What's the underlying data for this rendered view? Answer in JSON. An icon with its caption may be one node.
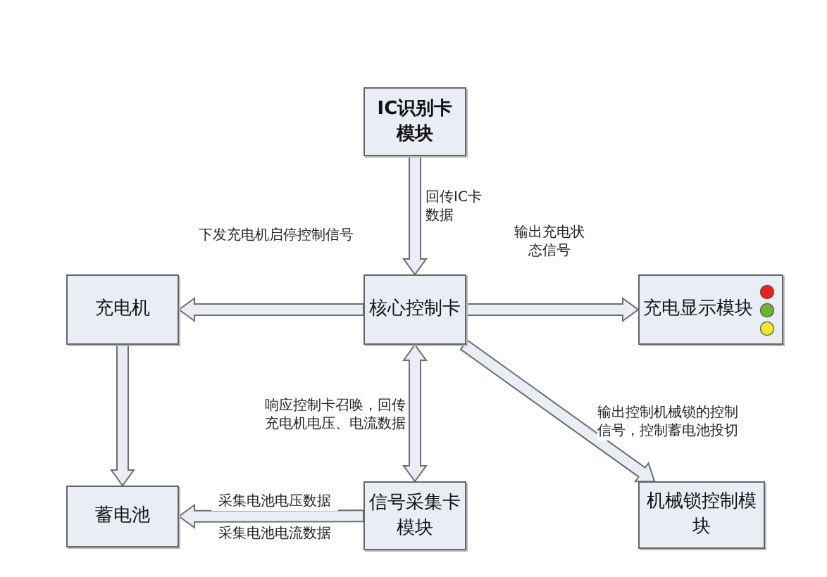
{
  "diagram": {
    "nodes": [
      {
        "text": [
          "IC识别卡模块"
        ]
      },
      {
        "text": [
          "充电机"
        ]
      },
      {
        "text": [
          "核心控制卡"
        ]
      },
      {
        "text": [
          "充电显示模块"
        ]
      },
      {
        "text": [
          "蓄电池"
        ]
      },
      {
        "text": [
          "信号采集卡模块"
        ]
      },
      {
        "text": [
          "机械锁控制模块"
        ]
      }
    ],
    "edges": [
      {
        "from": 0,
        "to": 2,
        "arrow": "to",
        "label": "回传IC卡数据"
      },
      {
        "from": 2,
        "to": 1,
        "arrow": "to",
        "label": "下发充电机启停控制信号"
      },
      {
        "from": 2,
        "to": 3,
        "arrow": "to",
        "label": "输出充电状态信号"
      },
      {
        "from": 1,
        "to": 4,
        "arrow": "to"
      },
      {
        "from": 2,
        "to": 5,
        "arrow": "both",
        "label": "响应控制卡召唤，回传充电机电压、电流数据"
      },
      {
        "from": 2,
        "to": 6,
        "arrow": "to",
        "label": "输出控制机械锁的控制信号，控制蓄电池投切"
      },
      {
        "from": 5,
        "to": 4,
        "arrow": "to",
        "label": "采集电池电压数据"
      }
    ],
    "labels": [
      "采集电池电流数据"
    ]
  }
}
